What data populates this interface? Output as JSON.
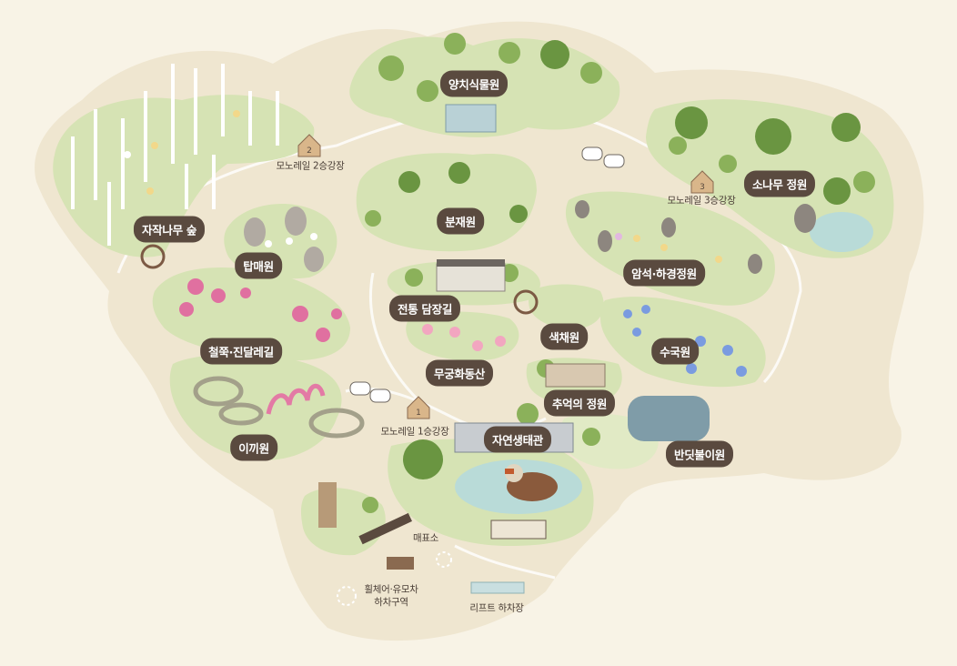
{
  "map": {
    "colors": {
      "background": "#f8f3e6",
      "ground": "#efe6d0",
      "garden_green": "#d6e3b4",
      "garden_green_light": "#e1eac5",
      "tree": "#8bb15a",
      "tree_dark": "#6a9541",
      "label_bg": "#5a4a3f",
      "label_text": "#ffffff",
      "water": "#b9dbd8",
      "pink_flower": "#e070a0",
      "blue_flower": "#7a9be0"
    },
    "gardens": {
      "tropical_greenhouse": "양치식물원",
      "birch_forest": "자작나무 숲",
      "stone_tower": "탑매원",
      "bonsai": "분재원",
      "pine_garden": "소나무 정원",
      "rock_garden": "암석·하경정원",
      "stone_wall_path": "전통 담장길",
      "color_garden": "색채원",
      "azalea_path": "철쭉·진달레길",
      "rose_of_sharon": "무궁화동산",
      "hydrangea": "수국원",
      "memory_garden": "추억의 정원",
      "moss_garden": "이끼원",
      "ecology_hall": "자연생태관",
      "firefly_garden": "반딧불이원"
    },
    "stations": {
      "monorail_1": "모노레일 1승강장",
      "monorail_2": "모노레일 2승강장",
      "monorail_3": "모노레일 3승강장",
      "monorail_1_num": "1",
      "monorail_2_num": "2",
      "monorail_3_num": "3"
    },
    "facilities": {
      "ticket_office": "매표소",
      "wheelchair_line1": "휠체어·유모차",
      "wheelchair_line2": "하차구역",
      "lift": "리프트 하차장"
    },
    "icons": [
      "tree-icon",
      "flower-icon",
      "monorail-car-icon",
      "station-marker-icon",
      "mandarin-duck-icon",
      "waterwheel-icon",
      "greenhouse-icon"
    ]
  }
}
